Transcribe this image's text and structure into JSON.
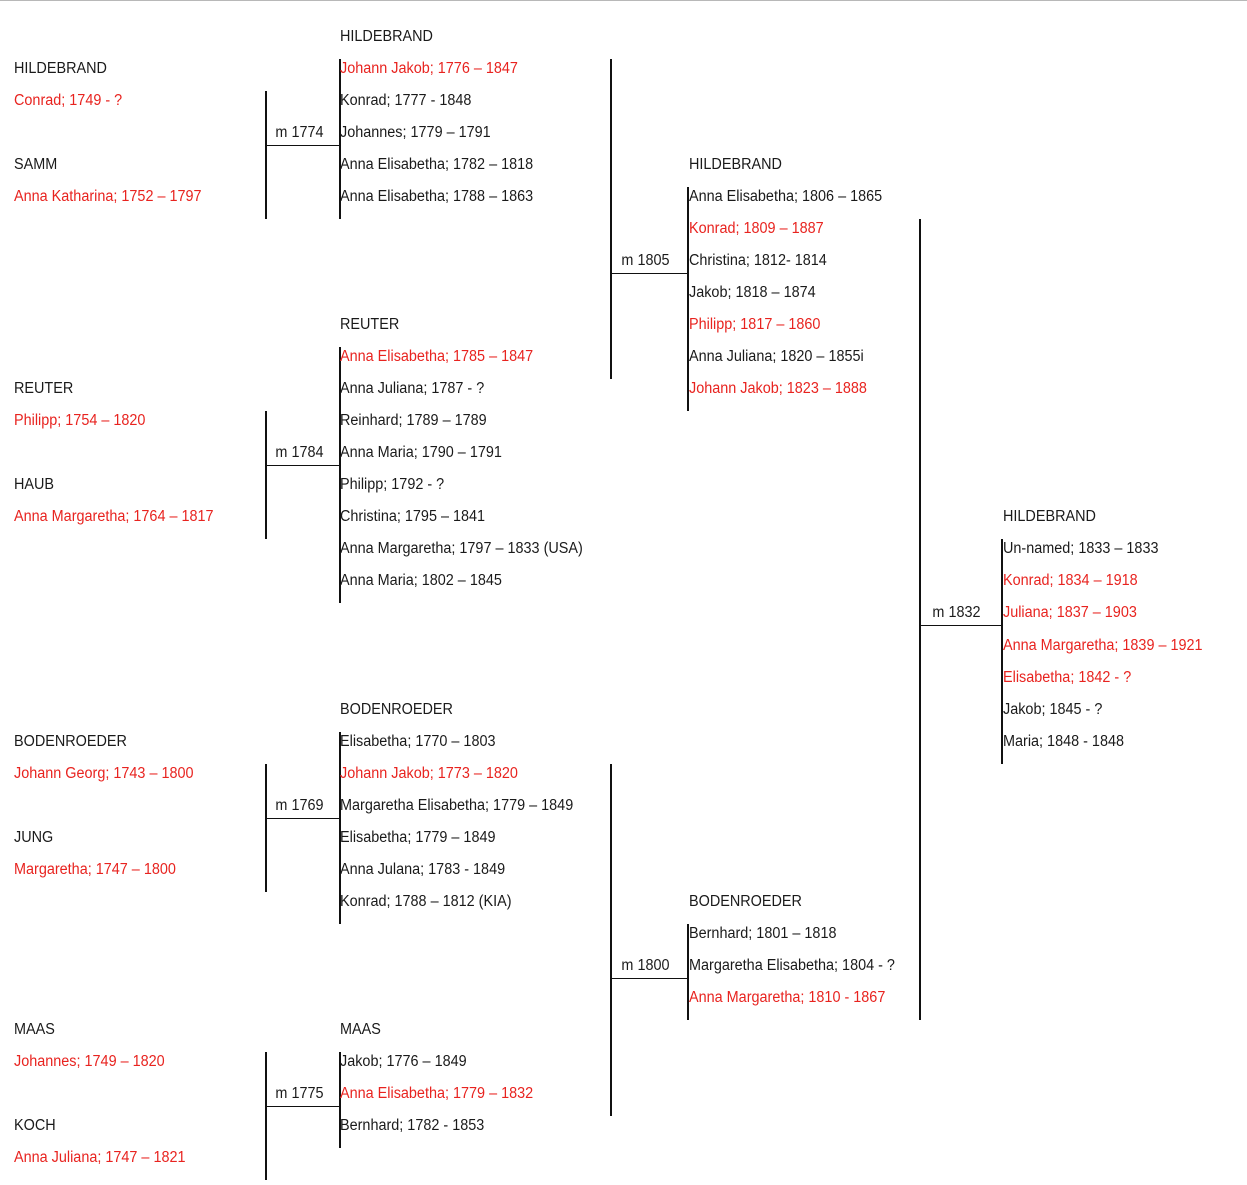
{
  "colors": {
    "highlight": "#e8231f",
    "text": "#1a1a1a",
    "lines": "#111111"
  },
  "couples": [
    {
      "husband_surname": "HILDEBRAND",
      "husband": "Conrad; 1749 - ?",
      "wife_surname": "SAMM",
      "wife": "Anna Katharina; 1752 – 1797"
    },
    {
      "husband_surname": "REUTER",
      "husband": "Philipp; 1754 – 1820",
      "wife_surname": "HAUB",
      "wife": "Anna Margaretha; 1764 – 1817"
    },
    {
      "husband_surname": "BODENROEDER",
      "husband": "Johann Georg; 1743 – 1800",
      "wife_surname": "JUNG",
      "wife": "Margaretha; 1747 – 1800"
    },
    {
      "husband_surname": "MAAS",
      "husband": "Johannes; 1749 – 1820",
      "wife_surname": "KOCH",
      "wife": "Anna Juliana; 1747 – 1821"
    }
  ],
  "marriages": {
    "m1774": "m 1774",
    "m1784": "m 1784",
    "m1769": "m 1769",
    "m1775": "m 1775",
    "m1805": "m 1805",
    "m1800": "m 1800",
    "m1832": "m 1832"
  },
  "families": {
    "hildebrand_1774": {
      "surname": "HILDEBRAND",
      "children": [
        "Johann Jakob; 1776 – 1847",
        "Konrad; 1777 - 1848",
        "Johannes; 1779 – 1791",
        "Anna Elisabetha; 1782 – 1818",
        "Anna Elisabetha; 1788 – 1863"
      ],
      "highlight": [
        0
      ]
    },
    "reuter_1784": {
      "surname": "REUTER",
      "children": [
        "Anna Elisabetha; 1785 – 1847",
        "Anna Juliana; 1787 - ?",
        "Reinhard; 1789 – 1789",
        "Anna Maria; 1790 – 1791",
        "Philipp; 1792 - ?",
        "Christina; 1795 – 1841",
        "Anna Margaretha; 1797 – 1833 (USA)",
        "Anna Maria; 1802 – 1845"
      ],
      "highlight": [
        0
      ]
    },
    "bodenroeder_1769": {
      "surname": "BODENROEDER",
      "children": [
        "Elisabetha; 1770 – 1803",
        "Johann Jakob; 1773 – 1820",
        "Margaretha Elisabetha; 1779 – 1849",
        "Elisabetha; 1779 – 1849",
        "Anna Julana; 1783 - 1849",
        "Konrad; 1788 – 1812 (KIA)"
      ],
      "highlight": [
        1
      ]
    },
    "maas_1775": {
      "surname": "MAAS",
      "children": [
        "Jakob; 1776 – 1849",
        "Anna Elisabetha; 1779 – 1832",
        "Bernhard; 1782 - 1853"
      ],
      "highlight": [
        1
      ]
    },
    "hildebrand_1805": {
      "surname": "HILDEBRAND",
      "children": [
        "Anna Elisabetha; 1806 – 1865",
        "Konrad; 1809 – 1887",
        "Christina; 1812- 1814",
        "Jakob; 1818 – 1874",
        "Philipp; 1817 – 1860",
        "Anna Juliana; 1820 – 1855i",
        "Johann Jakob; 1823 – 1888"
      ],
      "highlight": [
        1,
        4,
        6
      ]
    },
    "bodenroeder_1800": {
      "surname": "BODENROEDER",
      "children": [
        "Bernhard; 1801 – 1818",
        "Margaretha Elisabetha; 1804 - ?",
        "Anna Margaretha; 1810 - 1867"
      ],
      "highlight": [
        2
      ]
    },
    "hildebrand_1832": {
      "surname": "HILDEBRAND",
      "children": [
        "Un-named; 1833 – 1833",
        "Konrad; 1834 – 1918",
        "Juliana; 1837 – 1903",
        "Anna Margaretha; 1839 – 1921",
        "Elisabetha; 1842 - ?",
        "Jakob; 1845 - ?",
        "Maria; 1848 - 1848"
      ],
      "highlight": [
        1,
        2,
        3,
        4
      ]
    }
  }
}
